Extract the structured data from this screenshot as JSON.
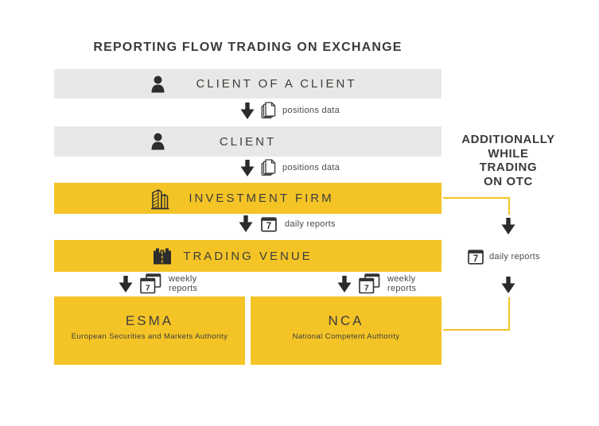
{
  "title": "REPORTING FLOW TRADING ON EXCHANGE",
  "colors": {
    "yellow": "#F4C426",
    "gray": "#E9E8E6",
    "dark_text": "#3B3B3B",
    "icon_dark": "#2D2D2D"
  },
  "icons": {
    "calendar_day": "7",
    "currency_glyph": "€"
  },
  "flow": {
    "boxes": [
      {
        "label": "CLIENT OF A CLIENT",
        "icon": "person-icon",
        "variant": "gray"
      },
      {
        "label": "CLIENT",
        "icon": "person-icon",
        "variant": "gray"
      },
      {
        "label": "INVESTMENT FIRM",
        "icon": "building-icon",
        "variant": "yellow"
      },
      {
        "label": "TRADING VENUE",
        "icon": "exchange-icon",
        "variant": "yellow"
      }
    ],
    "connectors": {
      "c1": {
        "label": "positions data",
        "icon": "documents-icon"
      },
      "c2": {
        "label": "positions data",
        "icon": "documents-icon"
      },
      "c3": {
        "label": "daily reports",
        "icon": "calendar-7-icon"
      },
      "c4l": {
        "label": "weekly reports",
        "icon": "calendar-stack-icon"
      },
      "c4r": {
        "label": "weekly reports",
        "icon": "calendar-stack-icon"
      }
    },
    "authorities": [
      {
        "abbr": "ESMA",
        "name": "European Securities and Markets Authority"
      },
      {
        "abbr": "NCA",
        "name": "National Competent Authority"
      }
    ]
  },
  "otc": {
    "heading_lines": [
      "ADDITIONALLY",
      "WHILE",
      "TRADING",
      "ON OTC"
    ],
    "report_label": "daily reports",
    "icon": "calendar-7-icon"
  }
}
